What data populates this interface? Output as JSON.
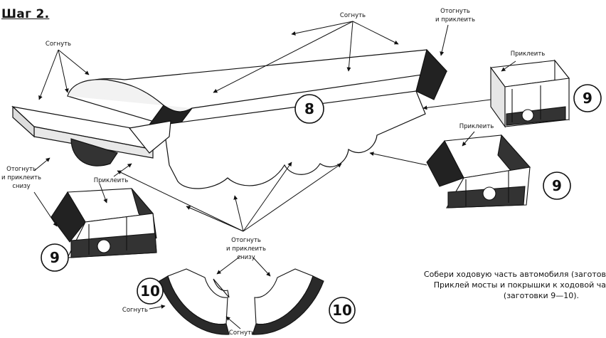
{
  "step": {
    "title": "Шаг 2."
  },
  "labels": {
    "fold_top": "Согнуть",
    "fold_left": "Согнуть",
    "fold_back_glue_top": [
      "Отогнуть",
      "и приклеить"
    ],
    "glue_right_top": "Приклеить",
    "glue_right_mid": "Приклеить",
    "glue_left": "Приклеить",
    "fold_back_glue_under_left": [
      "Отогнуть",
      "и приклеить",
      "снизу"
    ],
    "fold_back_glue_under_center": [
      "Отогнуть",
      "и приклеить",
      "снизу"
    ],
    "fold_bottom_left": "Согнуть",
    "fold_bottom_center": "Согнуть"
  },
  "parts": {
    "part_8": "8",
    "part_9_top": "9",
    "part_9_mid": "9",
    "part_9_left": "9",
    "part_10_left": "10",
    "part_10_right": "10"
  },
  "instructions": {
    "line1": "Собери ходовую часть автомобиля (заготов",
    "line2": "Приклей мосты и покрышки к ходовой ча",
    "line3": "(заготовки 9—10)."
  }
}
